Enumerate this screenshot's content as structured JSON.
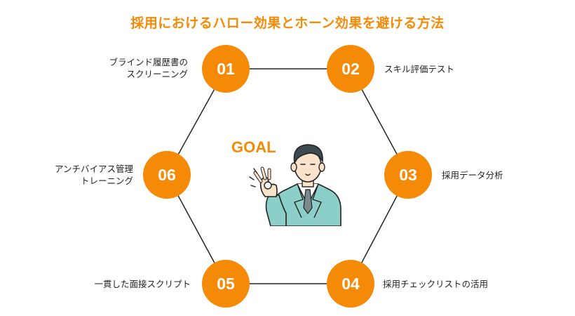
{
  "title": "採用におけるハロー効果とホーン効果を避ける方法",
  "goal": "GOAL",
  "colors": {
    "accent": "#F58A07",
    "line": "#222222",
    "suit": "#8CCFC8",
    "skin": "#FBE3CB"
  },
  "steps": [
    {
      "number": "01",
      "label_line1": "ブラインド履歴書の",
      "label_line2": "スクリーニング"
    },
    {
      "number": "02",
      "label_line1": "スキル評価テスト",
      "label_line2": ""
    },
    {
      "number": "03",
      "label_line1": "採用データ分析",
      "label_line2": ""
    },
    {
      "number": "04",
      "label_line1": "採用チェックリストの活用",
      "label_line2": ""
    },
    {
      "number": "05",
      "label_line1": "一貫した面接スクリプト",
      "label_line2": ""
    },
    {
      "number": "06",
      "label_line1": "アンチバイアス管理",
      "label_line2": "トレーニング"
    }
  ]
}
